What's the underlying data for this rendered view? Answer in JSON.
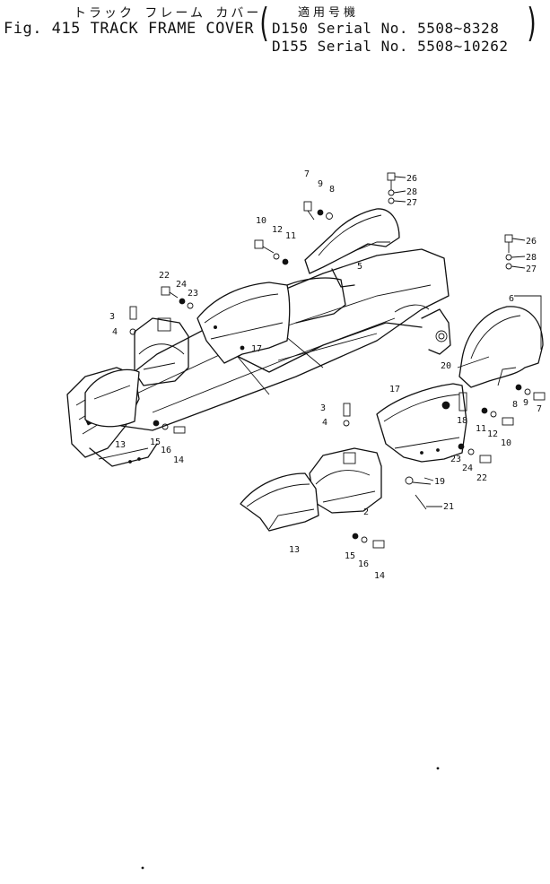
{
  "header": {
    "japanese_title": "トラック フレーム カバー",
    "figure_line": "Fig. 415 TRACK FRAME COVER",
    "applicable_label": "適用号機",
    "serial_lines": [
      "D150 Serial No. 5508~8328",
      "D155 Serial No. 5508~10262"
    ]
  },
  "callouts": {
    "c7a": "7",
    "c9a": "9",
    "c8a": "8",
    "c26a": "26",
    "c28a": "28",
    "c27a": "27",
    "c10a": "10",
    "c12a": "12",
    "c11a": "11",
    "c5": "5",
    "c26b": "26",
    "c28b": "28",
    "c27b": "27",
    "c6": "6",
    "c22a": "22",
    "c24a": "24",
    "c23a": "23",
    "c3a": "3",
    "c4a": "4",
    "c17a": "17",
    "c13a": "13",
    "c15a": "15",
    "c16a": "16",
    "c14a": "14",
    "c20": "20",
    "c17b": "17",
    "c18": "18",
    "c8b": "8",
    "c9b": "9",
    "c7b": "7",
    "c11b": "11",
    "c12b": "12",
    "c10b": "10",
    "c3b": "3",
    "c4b": "4",
    "c23b": "23",
    "c24b": "24",
    "c22b": "22",
    "c19": "19",
    "c21": "21",
    "c2": "2",
    "c13b": "13",
    "c15b": "15",
    "c16b": "16",
    "c14b": "14"
  }
}
